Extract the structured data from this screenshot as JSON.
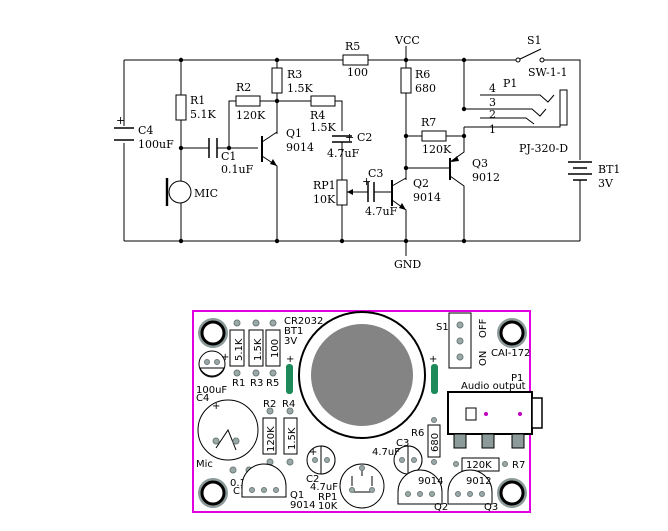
{
  "schematic": {
    "vcc": "VCC",
    "gnd": "GND",
    "r1": {
      "ref": "R1",
      "value": "5.1K"
    },
    "r2": {
      "ref": "R2",
      "value": "120K"
    },
    "r3": {
      "ref": "R3",
      "value": "1.5K"
    },
    "r4": {
      "ref": "R4",
      "value": "1.5K"
    },
    "r5": {
      "ref": "R5",
      "value": "100"
    },
    "r6": {
      "ref": "R6",
      "value": "680"
    },
    "r7": {
      "ref": "R7",
      "value": "120K"
    },
    "c1": {
      "ref": "C1",
      "value": "0.1uF"
    },
    "c2": {
      "ref": "C2",
      "value": "4.7uF"
    },
    "c3": {
      "ref": "C3",
      "value": "4.7uF"
    },
    "c4": {
      "ref": "C4",
      "value": "100uF"
    },
    "q1": {
      "ref": "Q1",
      "value": "9014"
    },
    "q2": {
      "ref": "Q2",
      "value": "9014"
    },
    "q3": {
      "ref": "Q3",
      "value": "9012"
    },
    "rp1": {
      "ref": "RP1",
      "value": "10K"
    },
    "mic": "MIC",
    "s1": {
      "ref": "S1",
      "value": "SW-1-1"
    },
    "p1": {
      "ref": "P1",
      "value": "PJ-320-D",
      "pins": [
        "4",
        "3",
        "2",
        "1"
      ]
    },
    "bt1": {
      "ref": "BT1",
      "value": "3V"
    }
  },
  "pcb": {
    "cr2032": "CR2032",
    "bt1": "BT1",
    "bt1_v": "3V",
    "plus": "+",
    "s1": "S1",
    "off": "OFF",
    "on": "ON",
    "cai": "CAI-172",
    "p1": "P1",
    "audio_output": "Audio output",
    "r1_val": "5.1K",
    "r3_val": "1.5K",
    "r5_val": "100",
    "r1": "R1",
    "r3": "R3",
    "r5": "R5",
    "c4_val": "100uF",
    "c4": "C4",
    "r2": "R2",
    "r4": "R4",
    "r2_val": "120K",
    "r4_val": "1.5K",
    "r6": "R6",
    "r6_val": "680",
    "c3": "C3",
    "c3_val": "4.7uF",
    "c2": "C2",
    "c2_val": "4.7uF",
    "mic": "Mic",
    "c1": "C1",
    "c1_val": "0.1uF",
    "q1": "Q1",
    "q1_val": "9014",
    "rp1": "RP1",
    "rp1_val": "10K",
    "q2": "Q2",
    "q2_val": "9014",
    "q3": "Q3",
    "q3_val": "9012",
    "r7": "R7",
    "r7_val": "120K"
  }
}
